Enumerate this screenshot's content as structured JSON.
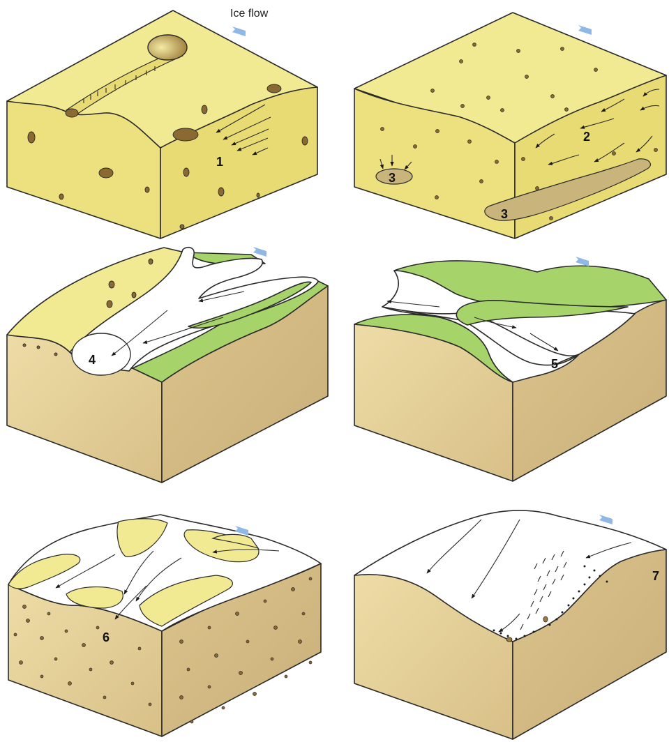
{
  "title": "Ice flow",
  "labels": {
    "n1": "1",
    "n2": "2",
    "n3a": "3",
    "n3b": "3",
    "n4": "4",
    "n5": "5",
    "n6": "6",
    "n7": "7"
  },
  "colors": {
    "ice_top": "#F2EA92",
    "ice_left": "#EDE07E",
    "ice_right": "#E9DB74",
    "rock_left": "#E7D29A",
    "rock_right": "#D9C089",
    "vegetation": "#A6D46A",
    "glacier": "#FFFFFF",
    "debris": "#9A7B3C",
    "flow_arrow": "#8FB8E6"
  }
}
